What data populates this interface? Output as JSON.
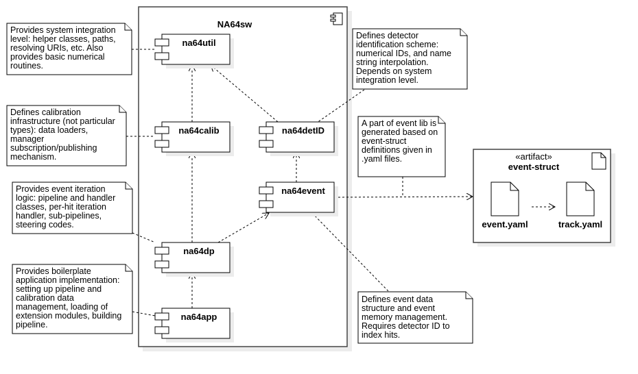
{
  "package": {
    "title": "NA64sw"
  },
  "components": {
    "na64util": "na64util",
    "na64calib": "na64calib",
    "na64detID": "na64detID",
    "na64event": "na64event",
    "na64dp": "na64dp",
    "na64app": "na64app"
  },
  "notes": {
    "util": [
      "Provides system integration",
      "level: helper classes, paths,",
      "resolving URIs, etc. Also",
      "provides basic numerical",
      "routines."
    ],
    "calib": [
      "Defines calibration",
      "infrastructure (not particular",
      "types): data loaders,",
      "manager",
      "subscription/publishing",
      "mechanism."
    ],
    "dp": [
      "Provides event iteration",
      "logic: pipeline and handler",
      "classes, per-hit iteration",
      "handler, sub-pipelines,",
      "steering codes."
    ],
    "app": [
      "Provides boilerplate",
      "application implementation:",
      "setting up pipeline and",
      "calibration data",
      "management, loading of",
      "extension modules, building",
      "pipeline."
    ],
    "detid": [
      "Defines detector",
      "identification scheme:",
      "numerical IDs, and name",
      "string interpolation.",
      "Depends on system",
      "integration level."
    ],
    "eventlib": [
      "A part of event lib is",
      "generated based on",
      "event-struct",
      "definitions given in",
      ".yaml files."
    ],
    "event": [
      "Defines event data",
      "structure and event",
      "memory management.",
      "Requires detector ID to",
      "index hits."
    ]
  },
  "artifact": {
    "stereotype": "«artifact»",
    "name": "event-struct",
    "files": [
      "event.yaml",
      "track.yaml"
    ]
  }
}
